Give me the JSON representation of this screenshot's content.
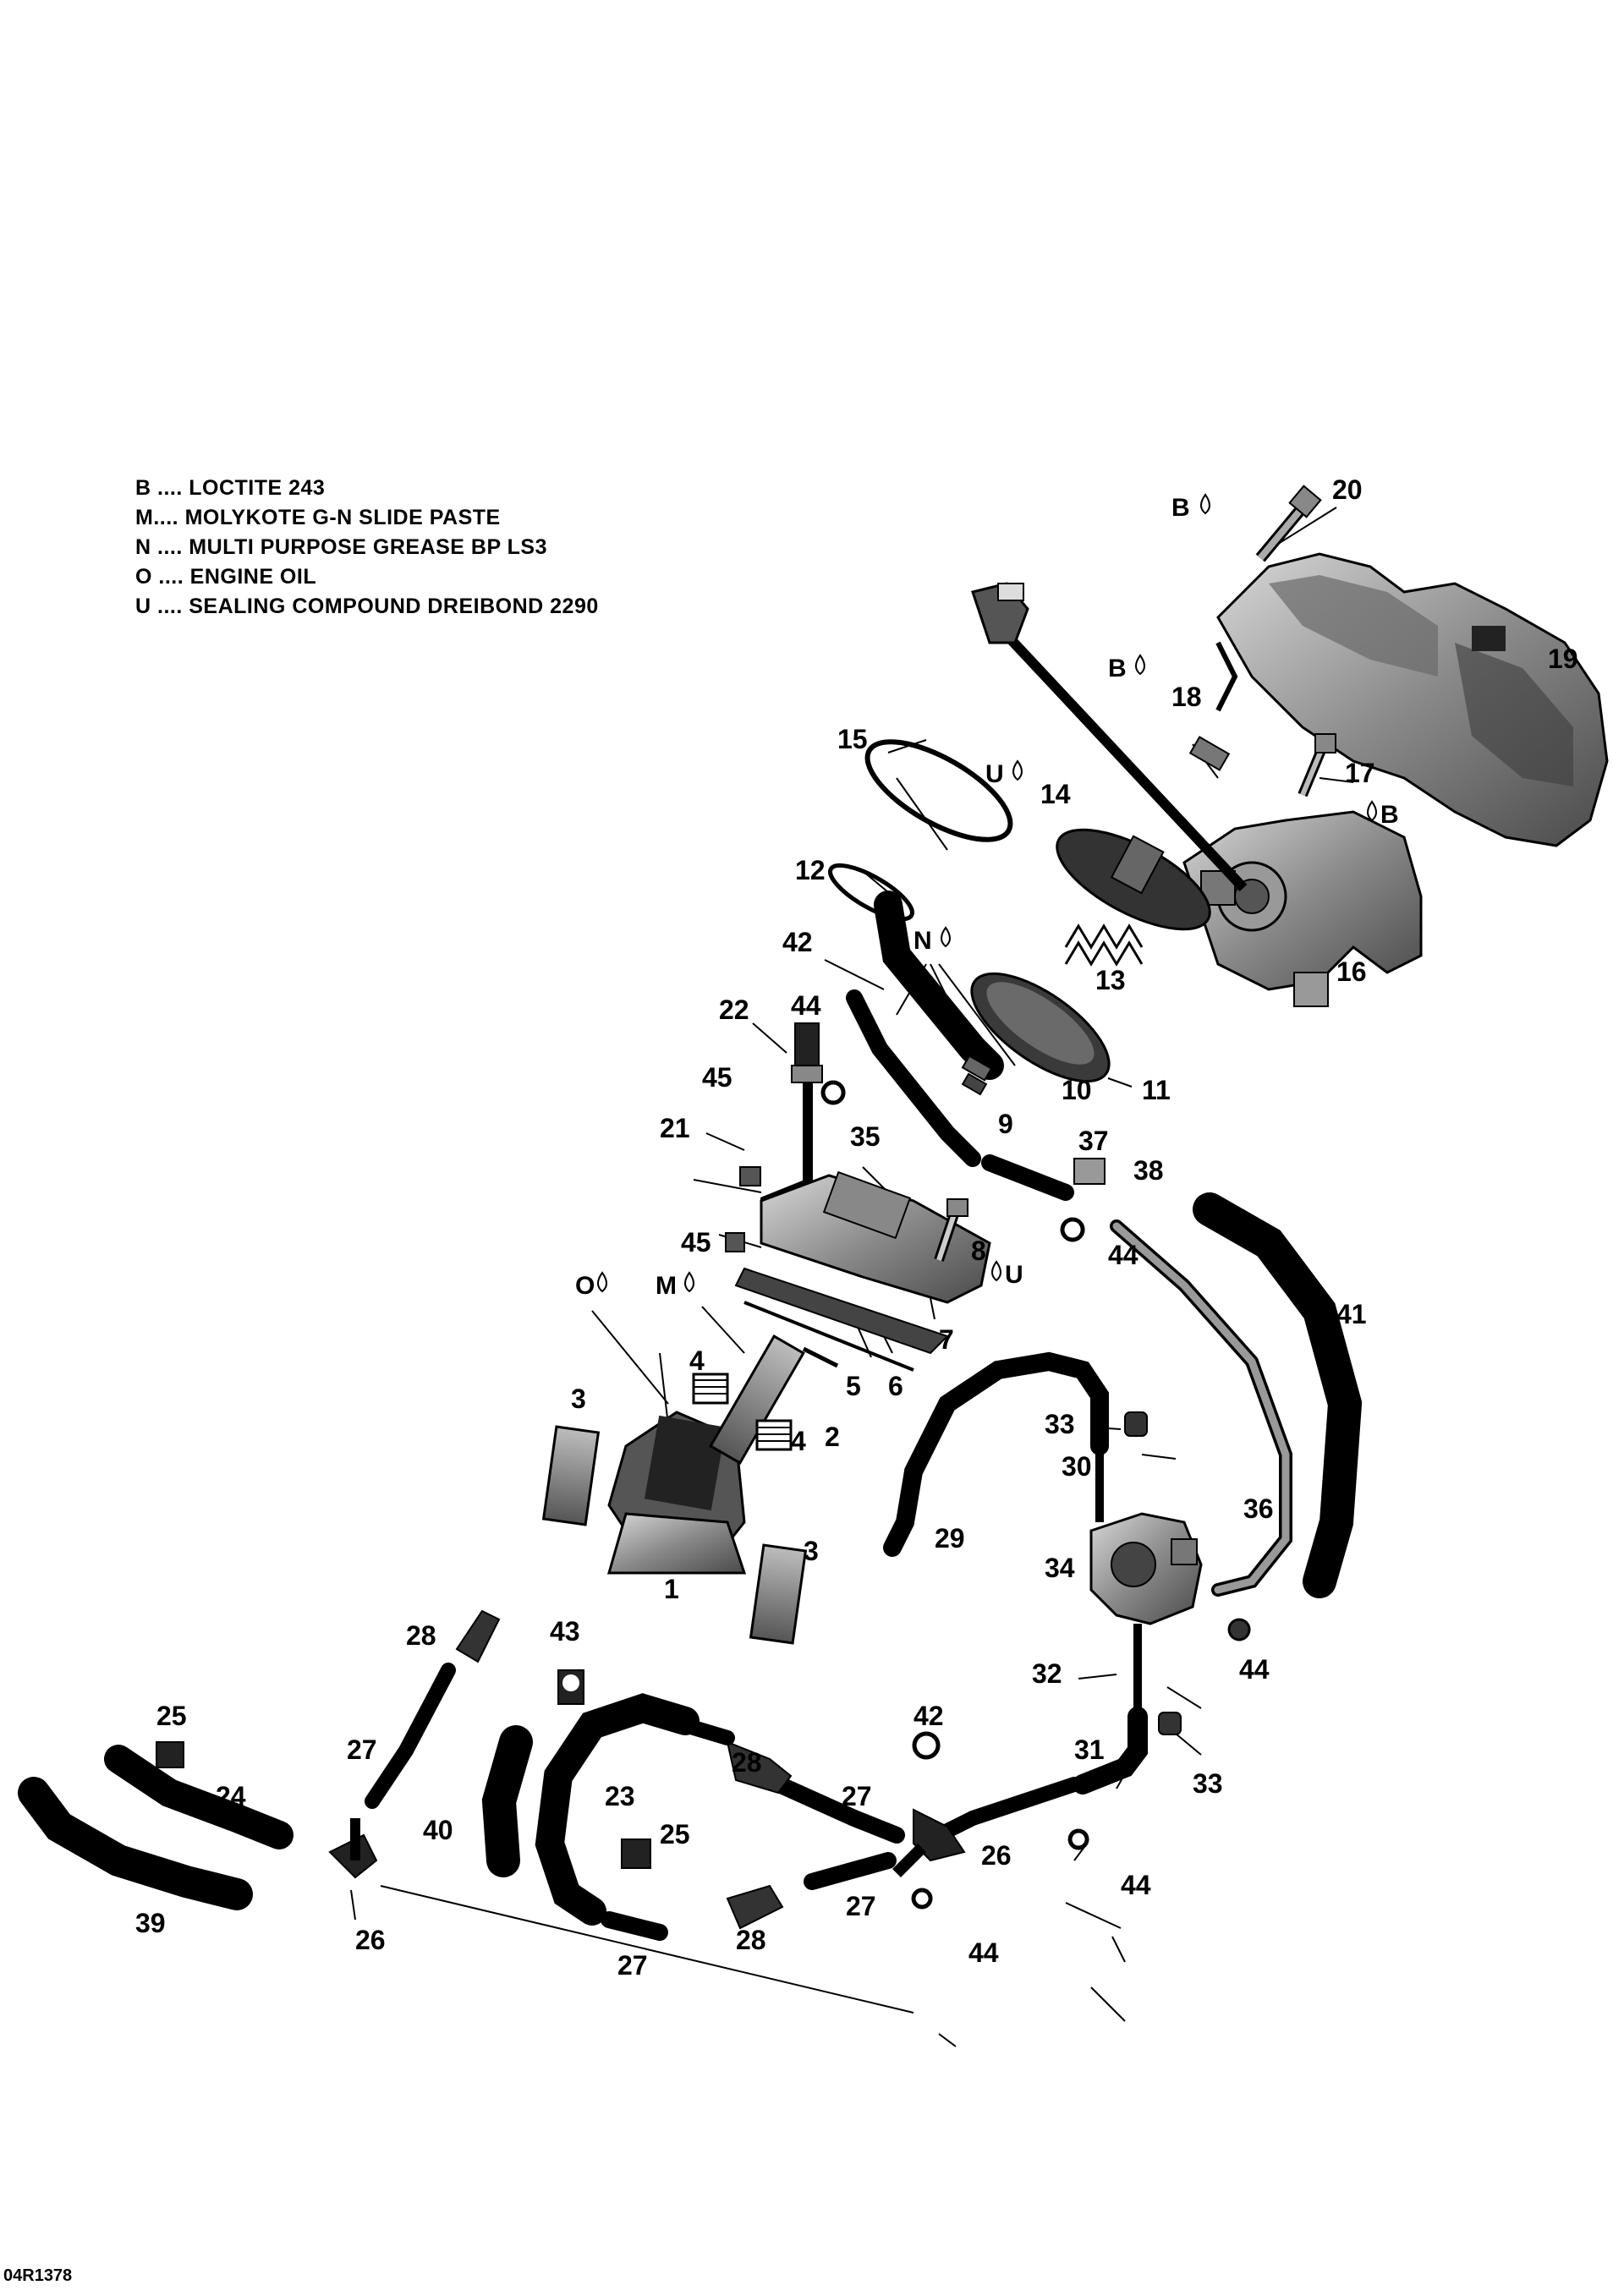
{
  "legend": [
    {
      "code": "B",
      "sep": " ....",
      "text": "LOCTITE 243"
    },
    {
      "code": "M",
      "sep": "....",
      "text": "MOLYKOTE G-N SLIDE PASTE"
    },
    {
      "code": "N",
      "sep": " ....",
      "text": "MULTI PURPOSE GREASE BP LS3"
    },
    {
      "code": "O",
      "sep": " ....",
      "text": "ENGINE OIL"
    },
    {
      "code": "U",
      "sep": " ....",
      "text": "SEALING COMPOUND DREIBOND 2290"
    }
  ],
  "figure_id": "04R1378",
  "callouts": {
    "c20": "20",
    "c19": "19",
    "c18": "18",
    "c17": "17",
    "c16": "16",
    "c15": "15",
    "c14": "14",
    "c13": "13",
    "c12": "12",
    "c11": "11",
    "c42a": "42",
    "c10": "10",
    "c9": "9",
    "c22": "22",
    "c44a": "44",
    "c45a": "45",
    "c21": "21",
    "c35": "35",
    "c37": "37",
    "c38": "38",
    "c45b": "45",
    "c8": "8",
    "c44b": "44",
    "c41": "41",
    "c7": "7",
    "c5": "5",
    "c6": "6",
    "c4a": "4",
    "c4b": "4",
    "c2": "2",
    "c3a": "3",
    "c3b": "3",
    "c1": "1",
    "c33a": "33",
    "c30": "30",
    "c29": "29",
    "c36": "36",
    "c34": "34",
    "c44c": "44",
    "c32": "32",
    "c28a": "28",
    "c43": "43",
    "c42b": "42",
    "c31": "31",
    "c33b": "33",
    "c25a": "25",
    "c27a": "27",
    "c28b": "28",
    "c27b": "27",
    "c24": "24",
    "c23": "23",
    "c25b": "25",
    "c26a": "26",
    "c44d": "44",
    "c40": "40",
    "c39": "39",
    "c26b": "26",
    "c27c": "27",
    "c28c": "28",
    "c27d": "27",
    "c44e": "44"
  },
  "symbols": {
    "s20": "B",
    "s18": "B",
    "s17": "B",
    "s14": "U",
    "s10": "N",
    "s7": "U",
    "s2o": "O",
    "s2m": "M"
  }
}
